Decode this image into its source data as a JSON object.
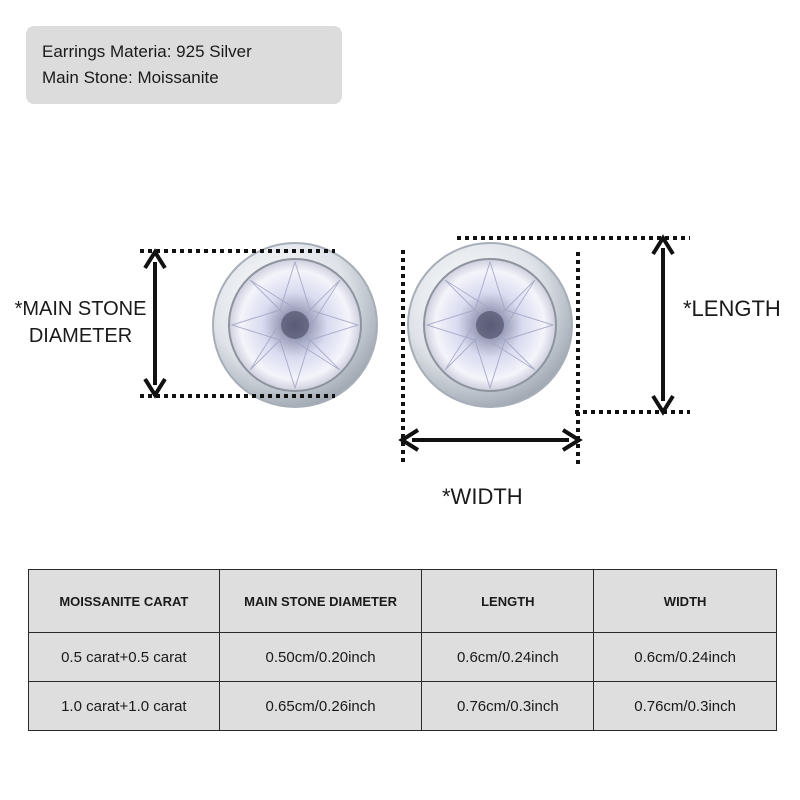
{
  "info": {
    "line1": "Earrings Materia: 925 Silver",
    "line2": "Main Stone: Moissanite"
  },
  "labels": {
    "main_stone_line1": "*MAIN STONE",
    "main_stone_line2": "DIAMETER",
    "length": "*LENGTH",
    "width": "*WIDTH"
  },
  "table": {
    "headers": [
      "MOISSANITE CARAT",
      "MAIN STONE DIAMETER",
      "LENGTH",
      "WIDTH"
    ],
    "rows": [
      [
        "0.5 carat+0.5 carat",
        "0.50cm/0.20inch",
        "0.6cm/0.24inch",
        "0.6cm/0.24inch"
      ],
      [
        "1.0 carat+1.0 carat",
        "0.65cm/0.26inch",
        "0.76cm/0.3inch",
        "0.76cm/0.3inch"
      ]
    ]
  },
  "colors": {
    "info_bg": "#dcdcdc",
    "table_bg": "#dedede",
    "bezel": "#c9ced6",
    "stone_highlight": "#b8b6e8"
  }
}
